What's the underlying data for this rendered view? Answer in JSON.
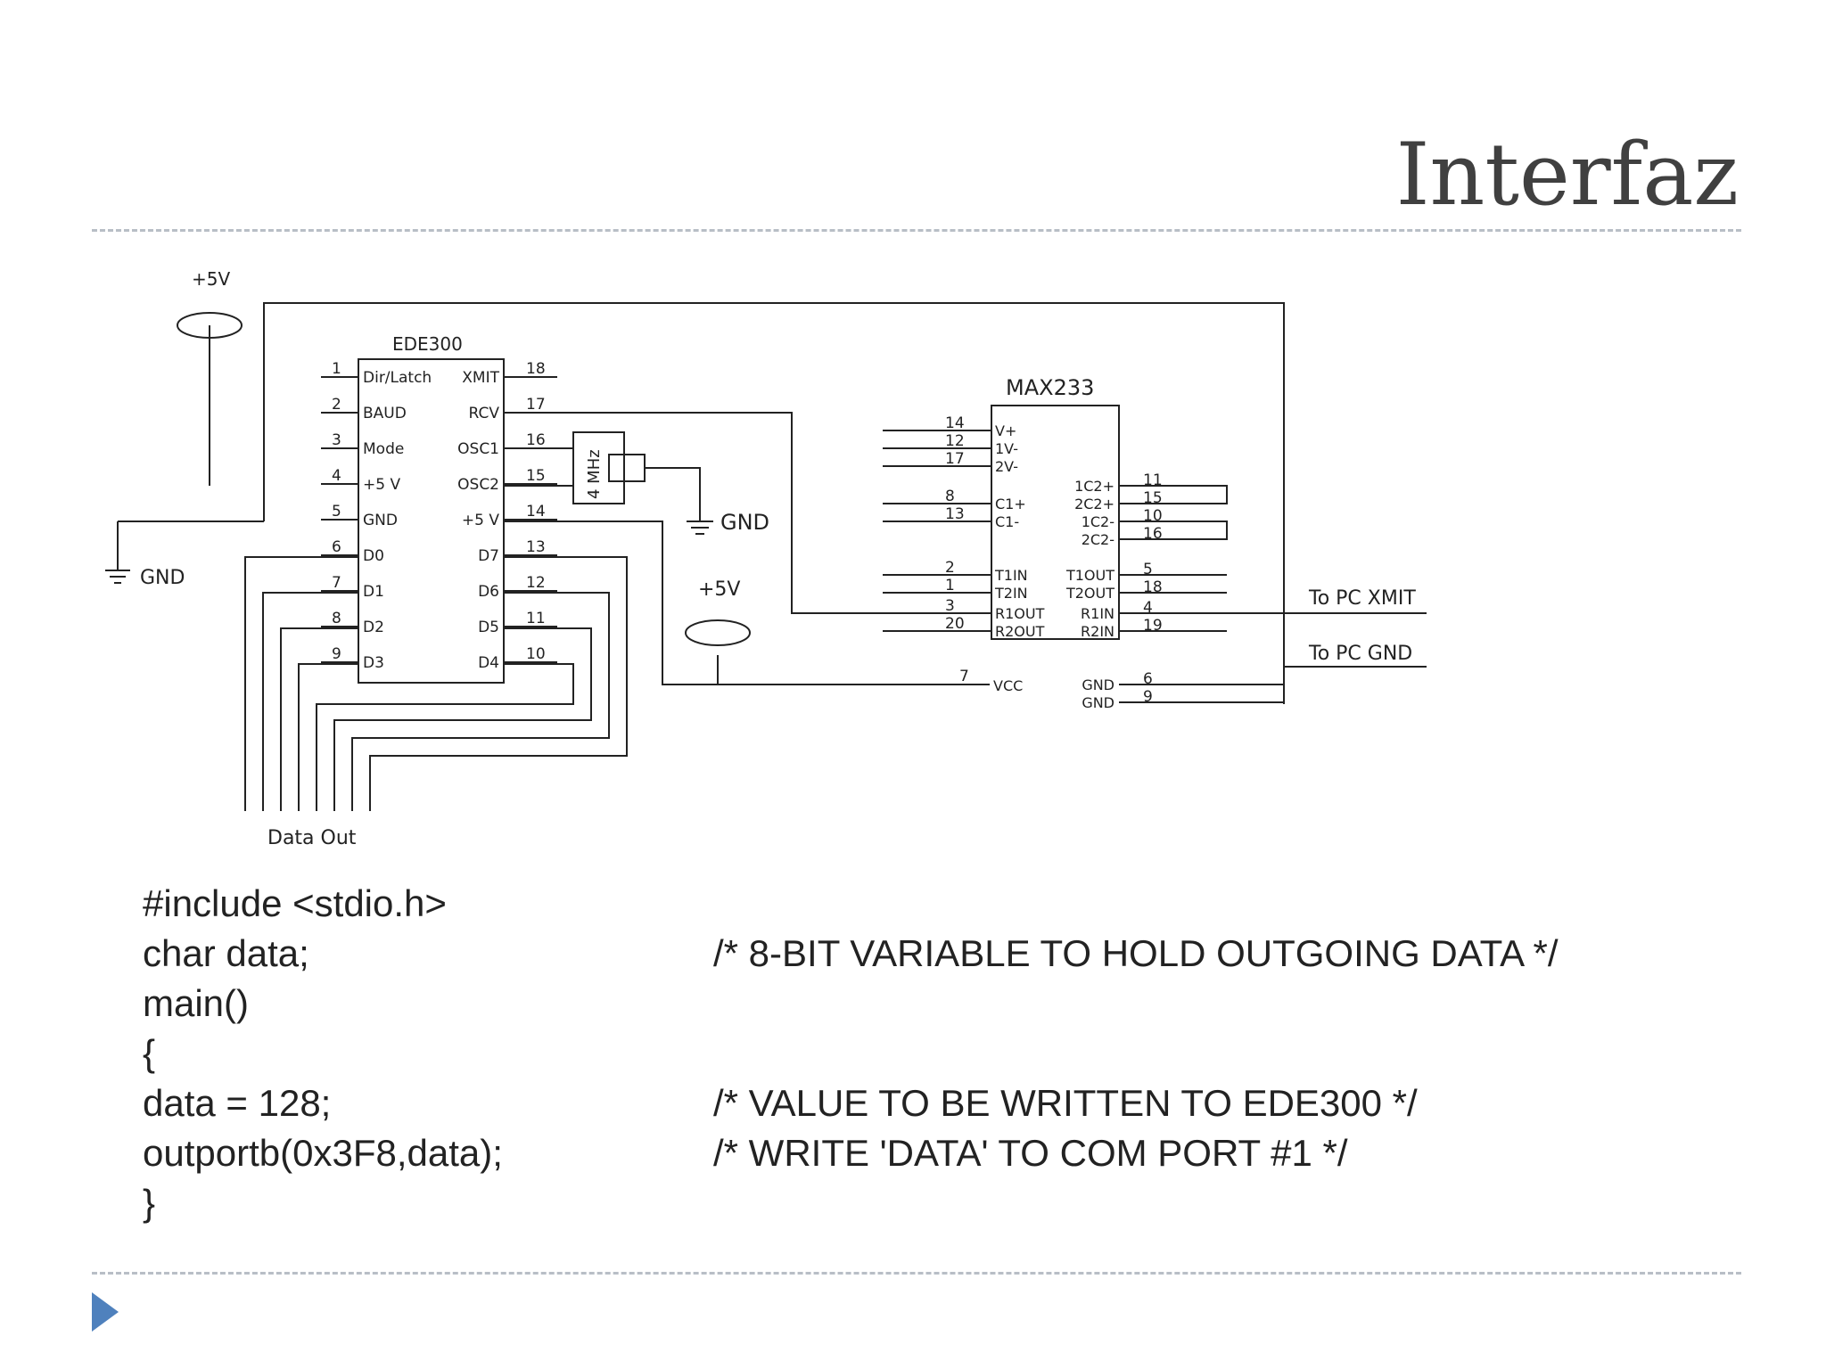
{
  "slide": {
    "title": "Interfaz"
  },
  "schematic": {
    "ede_chip": "EDE300",
    "max_chip": "MAX233",
    "power_label": "+5V",
    "gnd_label": "GND",
    "crystal_label": "4 MHz",
    "data_out_label": "Data Out",
    "to_pc_xmit": "To PC XMIT",
    "to_pc_gnd": "To PC GND",
    "ede_left": [
      {
        "pin": "1",
        "name": "Dir/Latch"
      },
      {
        "pin": "2",
        "name": "BAUD"
      },
      {
        "pin": "3",
        "name": "Mode"
      },
      {
        "pin": "4",
        "name": "+5 V"
      },
      {
        "pin": "5",
        "name": "GND"
      },
      {
        "pin": "6",
        "name": "D0"
      },
      {
        "pin": "7",
        "name": "D1"
      },
      {
        "pin": "8",
        "name": "D2"
      },
      {
        "pin": "9",
        "name": "D3"
      }
    ],
    "ede_right": [
      {
        "pin": "18",
        "name": "XMIT"
      },
      {
        "pin": "17",
        "name": "RCV"
      },
      {
        "pin": "16",
        "name": "OSC1"
      },
      {
        "pin": "15",
        "name": "OSC2"
      },
      {
        "pin": "14",
        "name": "+5 V"
      },
      {
        "pin": "13",
        "name": "D7"
      },
      {
        "pin": "12",
        "name": "D6"
      },
      {
        "pin": "11",
        "name": "D5"
      },
      {
        "pin": "10",
        "name": "D4"
      }
    ],
    "max_left_top": [
      {
        "pin": "14",
        "name": "V+"
      },
      {
        "pin": "12",
        "name": "1V-"
      },
      {
        "pin": "17",
        "name": "2V-"
      },
      {
        "pin": "8",
        "name": "C1+"
      },
      {
        "pin": "13",
        "name": "C1-"
      }
    ],
    "max_left_bottom": [
      {
        "pin": "2",
        "name": "T1IN"
      },
      {
        "pin": "1",
        "name": "T2IN"
      },
      {
        "pin": "3",
        "name": "R1OUT"
      },
      {
        "pin": "20",
        "name": "R2OUT"
      }
    ],
    "max_right_top": [
      {
        "pin": "11",
        "name": "1C2+"
      },
      {
        "pin": "15",
        "name": "2C2+"
      },
      {
        "pin": "10",
        "name": "1C2-"
      },
      {
        "pin": "16",
        "name": "2C2-"
      }
    ],
    "max_right_bottom": [
      {
        "pin": "5",
        "name": "T1OUT"
      },
      {
        "pin": "18",
        "name": "T2OUT"
      },
      {
        "pin": "4",
        "name": "R1IN"
      },
      {
        "pin": "19",
        "name": "R2IN"
      }
    ],
    "vcc": {
      "pin": "7",
      "name": "VCC"
    },
    "gnd_pins": [
      {
        "pin": "6",
        "name": "GND"
      },
      {
        "pin": "9",
        "name": "GND"
      }
    ]
  },
  "code": {
    "lines": [
      {
        "code": "#include <stdio.h>",
        "comment": ""
      },
      {
        "code": "char data;",
        "comment": "/* 8-BIT VARIABLE TO HOLD OUTGOING DATA */"
      },
      {
        "code": "main()",
        "comment": ""
      },
      {
        "code": "{",
        "comment": ""
      },
      {
        "code": "data = 128;",
        "comment": "/* VALUE TO BE WRITTEN TO EDE300 */"
      },
      {
        "code": "outportb(0x3F8,data);",
        "comment": "/* WRITE 'DATA' TO COM PORT #1 */"
      },
      {
        "code": "}",
        "comment": ""
      }
    ]
  },
  "colors": {
    "accent": "#4f81bd",
    "title": "#404040",
    "rule": "#b8bec6",
    "ink": "#222222"
  }
}
